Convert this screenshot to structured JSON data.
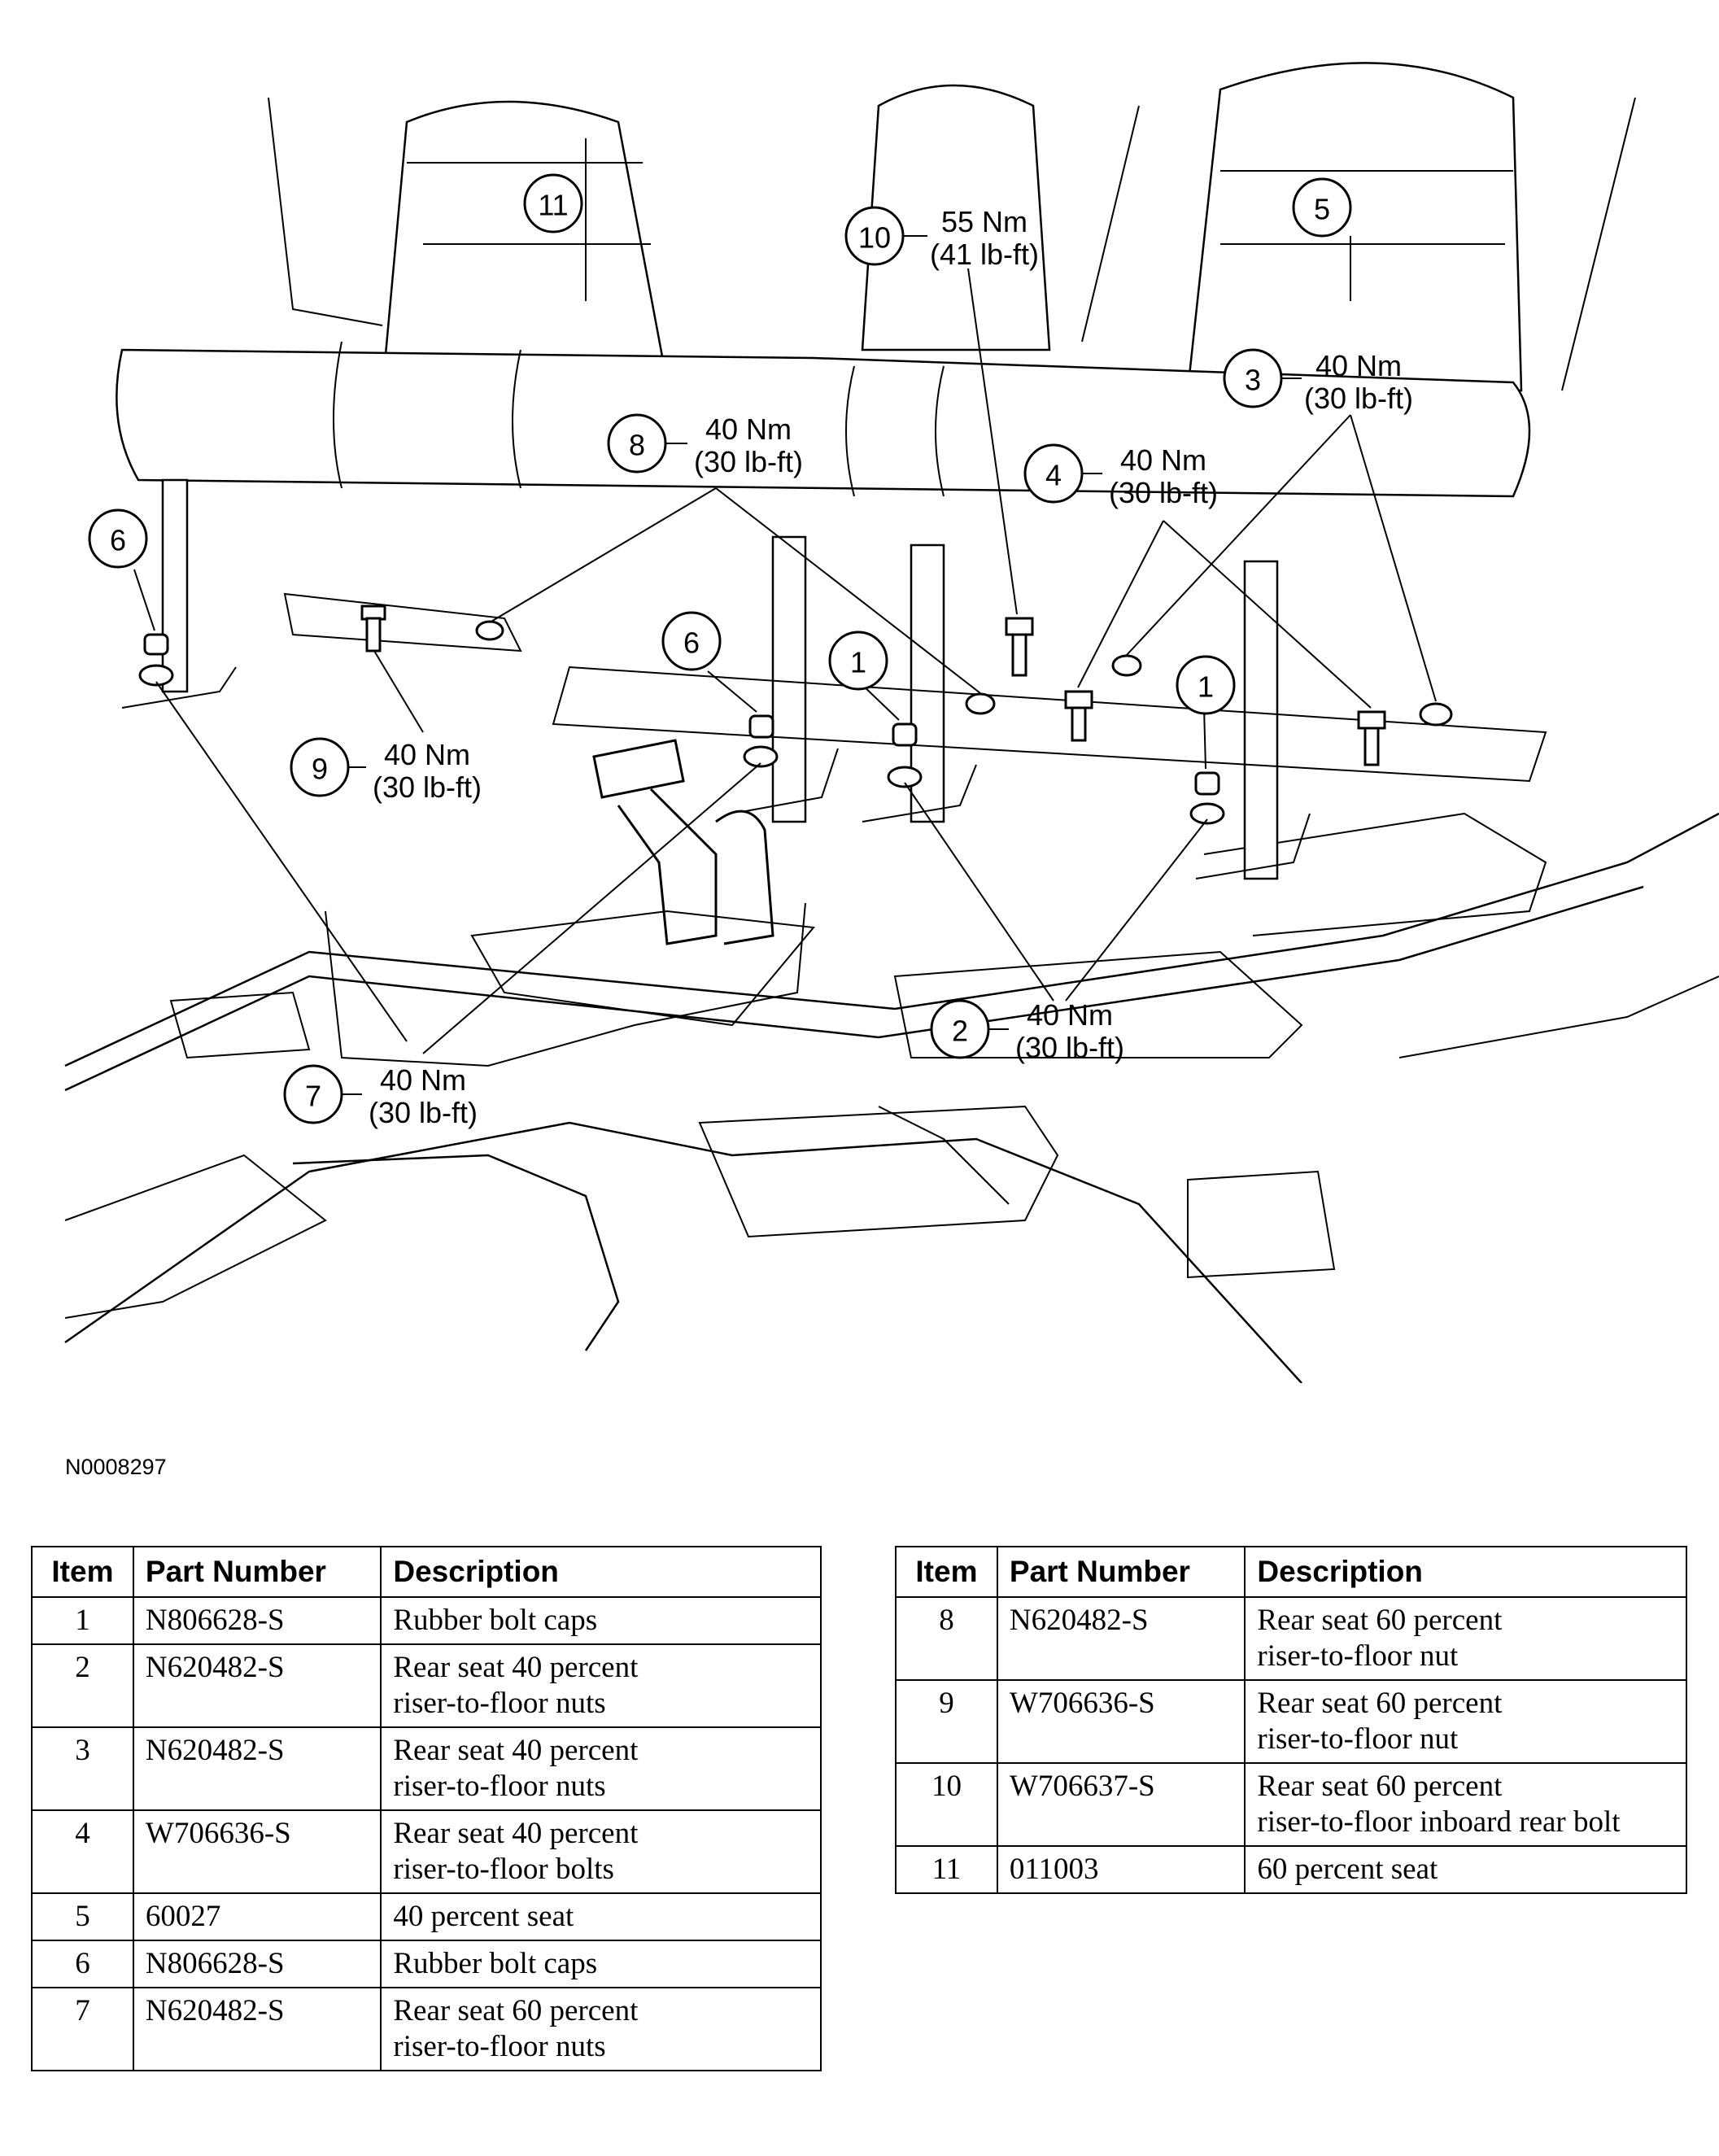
{
  "diagram": {
    "figure_id": "N0008297",
    "callouts": [
      {
        "id": "c11",
        "num": "11"
      },
      {
        "id": "c10",
        "num": "10",
        "torque": [
          "55 Nm",
          "(41 lb-ft)"
        ]
      },
      {
        "id": "c5",
        "num": "5"
      },
      {
        "id": "c3",
        "num": "3",
        "torque": [
          "40 Nm",
          "(30 lb-ft)"
        ]
      },
      {
        "id": "c8",
        "num": "8",
        "torque": [
          "40 Nm",
          "(30 lb-ft)"
        ]
      },
      {
        "id": "c4",
        "num": "4",
        "torque": [
          "40 Nm",
          "(30 lb-ft)"
        ]
      },
      {
        "id": "c6a",
        "num": "6"
      },
      {
        "id": "c6b",
        "num": "6"
      },
      {
        "id": "c1a",
        "num": "1"
      },
      {
        "id": "c1b",
        "num": "1"
      },
      {
        "id": "c9",
        "num": "9",
        "torque": [
          "40 Nm",
          "(30 lb-ft)"
        ]
      },
      {
        "id": "c2",
        "num": "2",
        "torque": [
          "40 Nm",
          "(30 lb-ft)"
        ]
      },
      {
        "id": "c7",
        "num": "7",
        "torque": [
          "40 Nm",
          "(30 lb-ft)"
        ]
      }
    ]
  },
  "table_headers": {
    "item": "Item",
    "part_number": "Part Number",
    "description": "Description"
  },
  "table_left": [
    {
      "item": "1",
      "part": "N806628-S",
      "desc": [
        "Rubber bolt caps"
      ]
    },
    {
      "item": "2",
      "part": "N620482-S",
      "desc": [
        "Rear seat 40 percent",
        "riser-to-floor nuts"
      ]
    },
    {
      "item": "3",
      "part": "N620482-S",
      "desc": [
        "Rear seat 40 percent",
        "riser-to-floor nuts"
      ]
    },
    {
      "item": "4",
      "part": "W706636-S",
      "desc": [
        "Rear seat 40 percent",
        "riser-to-floor bolts"
      ]
    },
    {
      "item": "5",
      "part": "60027",
      "desc": [
        "40 percent seat"
      ]
    },
    {
      "item": "6",
      "part": "N806628-S",
      "desc": [
        "Rubber bolt caps"
      ]
    },
    {
      "item": "7",
      "part": "N620482-S",
      "desc": [
        "Rear seat 60 percent",
        "riser-to-floor nuts"
      ]
    }
  ],
  "table_right": [
    {
      "item": "8",
      "part": "N620482-S",
      "desc": [
        "Rear seat 60 percent",
        "riser-to-floor nut"
      ]
    },
    {
      "item": "9",
      "part": "W706636-S",
      "desc": [
        "Rear seat 60 percent",
        "riser-to-floor nut"
      ]
    },
    {
      "item": "10",
      "part": "W706637-S",
      "desc": [
        "Rear seat 60 percent",
        "riser-to-floor inboard rear bolt"
      ]
    },
    {
      "item": "11",
      "part": "011003",
      "desc": [
        "60 percent seat"
      ]
    }
  ]
}
